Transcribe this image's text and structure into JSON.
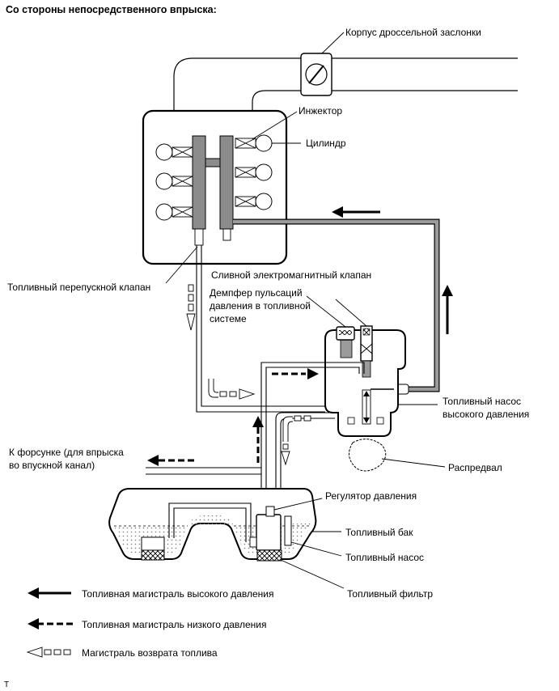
{
  "title": "Со стороны непосредственного впрыска:",
  "labels": {
    "throttle_body": "Корпус дроссельной заслонки",
    "injector": "Инжектор",
    "cylinder": "Цилиндр",
    "spill_valve": "Сливной электромагнитный клапан",
    "damper_line1": "Демпфер пульсаций",
    "damper_line2": "давления в топливной",
    "damper_line3": "системе",
    "relief_valve": "Топливный перепускной клапан",
    "hp_pump_line1": "Топливный насос",
    "hp_pump_line2": "высокого давления",
    "port_injector_line1": "К форсунке (для впрыска",
    "port_injector_line2": "во впускной канал)",
    "camshaft": "Распредвал",
    "pressure_regulator": "Регулятор давления",
    "fuel_tank": "Топливный бак",
    "fuel_pump": "Топливный насос",
    "fuel_filter": "Топливный фильтр"
  },
  "legend": {
    "high_pressure": "Топливная магистраль высокого давления",
    "low_pressure": "Топливная магистраль низкого давления",
    "return_line": "Магистраль возврата топлива"
  },
  "footer_mark": "T",
  "colors": {
    "pipe_fill": "#9b9b9b",
    "rail_fill": "#8c8c8c",
    "fuel_dots": "#777777",
    "line": "#000000"
  }
}
